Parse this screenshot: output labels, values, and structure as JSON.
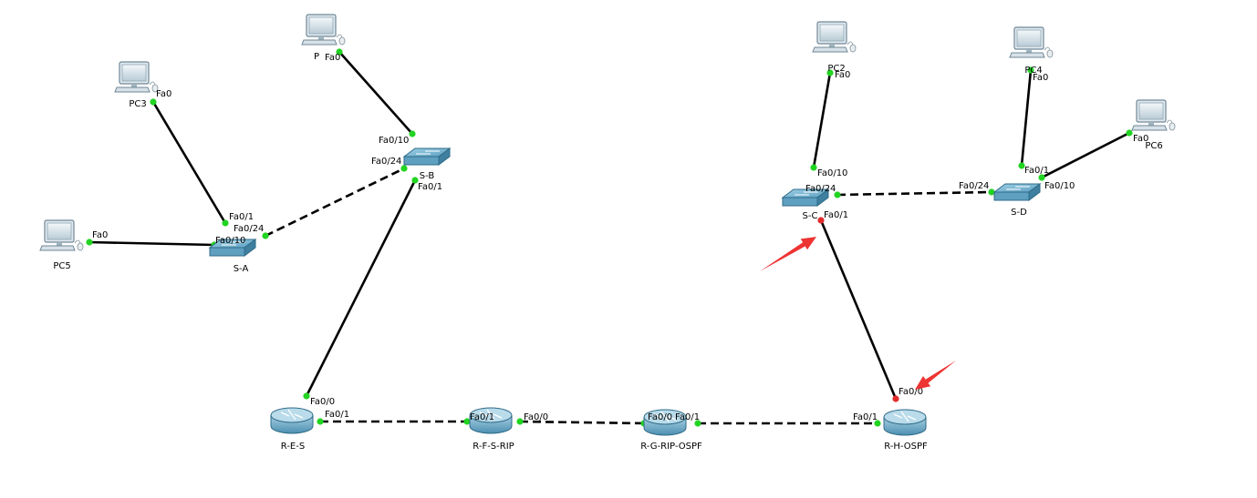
{
  "colors": {
    "link": "#000000",
    "port_up": "#22d422",
    "port_down": "#e32b2b",
    "arrow": "#ee3333",
    "device_blue": "#4f93b5"
  },
  "devices": [
    {
      "id": "pc_top_left",
      "type": "pc",
      "label": "P"
    },
    {
      "id": "pc3",
      "type": "pc",
      "label": "PC3"
    },
    {
      "id": "pc5",
      "type": "pc",
      "label": "PC5"
    },
    {
      "id": "pc_c",
      "type": "pc",
      "label": "PC2"
    },
    {
      "id": "pc4",
      "type": "pc",
      "label": "PC4"
    },
    {
      "id": "pc6",
      "type": "pc",
      "label": "PC6"
    },
    {
      "id": "sa",
      "type": "switch",
      "label": "S-A"
    },
    {
      "id": "sb",
      "type": "switch",
      "label": "S-B"
    },
    {
      "id": "sc",
      "type": "switch",
      "label": "S-C"
    },
    {
      "id": "sd",
      "type": "switch",
      "label": "S-D"
    },
    {
      "id": "res",
      "type": "router",
      "label": "R-E-S"
    },
    {
      "id": "rfs",
      "type": "router",
      "label": "R-F-S-RIP"
    },
    {
      "id": "rg",
      "type": "router",
      "label": "R-G-RIP-OSPF"
    },
    {
      "id": "rh",
      "type": "router",
      "label": "R-H-OSPF"
    }
  ],
  "links": [
    {
      "from": "pc_top_left",
      "to": "sb",
      "style": "solid",
      "labels": [
        "Fa0",
        "Fa0/10"
      ],
      "status": [
        "up",
        "up"
      ]
    },
    {
      "from": "pc3",
      "to": "sa",
      "style": "solid",
      "labels": [
        "Fa0",
        "Fa0/1"
      ],
      "status": [
        "up",
        "up"
      ]
    },
    {
      "from": "pc5",
      "to": "sa",
      "style": "solid",
      "labels": [
        "Fa0",
        "Fa0/10"
      ],
      "status": [
        "up",
        "up"
      ]
    },
    {
      "from": "sa",
      "to": "sb",
      "style": "dashed",
      "labels": [
        "Fa0/24",
        "Fa0/24"
      ],
      "status": [
        "up",
        "up"
      ]
    },
    {
      "from": "sb",
      "to": "res",
      "style": "solid",
      "labels": [
        "Fa0/1",
        "Fa0/0"
      ],
      "status": [
        "up",
        "up"
      ]
    },
    {
      "from": "res",
      "to": "rfs",
      "style": "dashed",
      "labels": [
        "Fa0/1",
        "Fa0/1"
      ],
      "status": [
        "up",
        "up"
      ]
    },
    {
      "from": "rfs",
      "to": "rg",
      "style": "dashed",
      "labels": [
        "Fa0/0",
        "Fa0/0"
      ],
      "status": [
        "up",
        "up"
      ]
    },
    {
      "from": "rg",
      "to": "rh",
      "style": "dashed",
      "labels": [
        "Fa0/1",
        "Fa0/1"
      ],
      "status": [
        "up",
        "up"
      ]
    },
    {
      "from": "pc_c",
      "to": "sc",
      "style": "solid",
      "labels": [
        "Fa0",
        "Fa0/10"
      ],
      "status": [
        "up",
        "up"
      ]
    },
    {
      "from": "sc",
      "to": "sd",
      "style": "dashed",
      "labels": [
        "Fa0/24",
        "Fa0/24"
      ],
      "status": [
        "up",
        "up"
      ]
    },
    {
      "from": "pc4",
      "to": "sd",
      "style": "solid",
      "labels": [
        "Fa0",
        "Fa0/1"
      ],
      "status": [
        "up",
        "up"
      ]
    },
    {
      "from": "pc6",
      "to": "sd",
      "style": "solid",
      "labels": [
        "Fa0",
        "Fa0/10"
      ],
      "status": [
        "up",
        "up"
      ]
    },
    {
      "from": "sc",
      "to": "rh",
      "style": "solid",
      "labels": [
        "Fa0/1",
        "Fa0/0"
      ],
      "status": [
        "down",
        "down"
      ]
    }
  ],
  "annotations": [
    {
      "type": "arrow",
      "points_to": "sc"
    },
    {
      "type": "arrow",
      "points_to": "rh"
    }
  ]
}
